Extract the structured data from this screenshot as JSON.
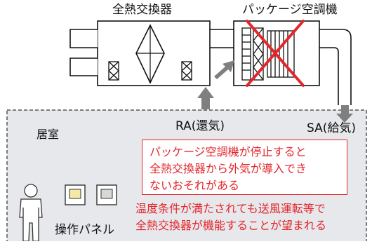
{
  "labels": {
    "hrv": "全熱交換器",
    "pac": "パッケージ空調機",
    "room": "居室",
    "ra": "RA(還気)",
    "sa": "SA(給気)",
    "panel": "操作パネル"
  },
  "warning": {
    "lines": [
      "パッケージ空調機が停止すると",
      "全熱交換器から外気が導入でき",
      "ないおそれがある"
    ]
  },
  "note": {
    "lines": [
      "温度条件が満たされても送風運転等で",
      "全熱交換器が機能することが望まれる"
    ]
  },
  "colors": {
    "accent": "#e4262b",
    "room_fill": "#e6e8ec",
    "arrow": "#7f7f7f",
    "panel_yellow": "#f5e9a8",
    "panel_gray": "#d8d8d8"
  }
}
